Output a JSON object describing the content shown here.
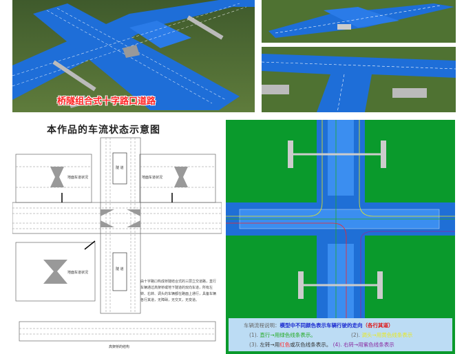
{
  "top_left_render": {
    "caption": "桥隧组合式十字路口道路"
  },
  "diagram": {
    "title": "本作品的车流状态示意图",
    "tunnel_label_top": "隧 道",
    "tunnel_label_bottom": "隧 道",
    "inset_label_left": "地面车道状况",
    "inset_label_right": "地面车道状况",
    "inset_label_bottom": "地面车道状况",
    "description": "由十字路口构成桥隧结合式的三层立交道路，直行车辆通过高架桥或地下隧道的双向车道，所有左转、右转、调头的车辆都在路面上通行，具备车辆各行其道，无障碍，无交叉，无变道。",
    "bridge_caption": "高架桥的结构"
  },
  "model_legend": {
    "heading": "车辆流程说明：",
    "subtitle": "模型中不同颜色表示车辆行驶的走向",
    "subtitle_note": "（各行其道）",
    "item1_num": "(1).",
    "item1": "直行→用绿色线条表示。",
    "item2_num": "(2).",
    "item2": "调头→用黄色线条表示",
    "item3_num": "(3).",
    "item3_a": "左转→用",
    "item3_red": "红色",
    "item3_b": "或灰色线条表示。",
    "item4_num": "(4).",
    "item4": "右转→用紫色线条表示",
    "colors": {
      "road": "#1f6fd6",
      "grass": "#0a9a2c",
      "straight": "#22aa22",
      "uturn": "#e8e820",
      "left": "#ff2222",
      "right": "#8a2aa0"
    }
  }
}
